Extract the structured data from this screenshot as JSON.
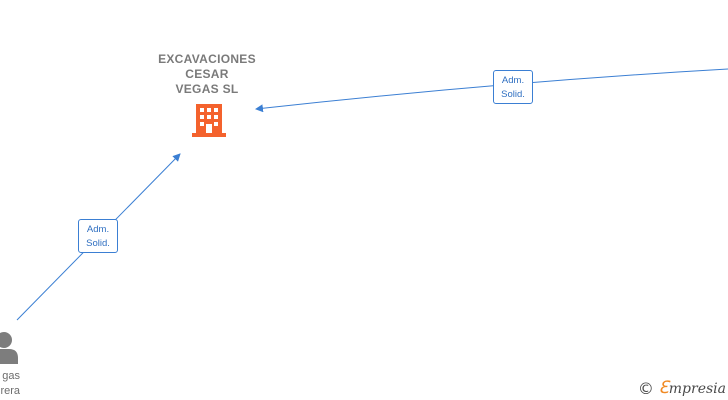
{
  "company": {
    "name_lines": [
      "EXCAVACIONES",
      "CESAR",
      "VEGAS  SL"
    ],
    "icon": "building-icon",
    "icon_color": "#f4622d"
  },
  "edges": [
    {
      "from": "external-top-right",
      "to": "company",
      "label_lines": [
        "Adm.",
        "Solid."
      ]
    },
    {
      "from": "person",
      "to": "company",
      "label_lines": [
        "Adm.",
        "Solid."
      ]
    }
  ],
  "person": {
    "name_lines": [
      "gas",
      "rera"
    ],
    "icon": "person-icon",
    "icon_color": "#7d7d7d"
  },
  "edge_color": "#3b7fd3",
  "brand": {
    "copyright_symbol": "©",
    "first_letter": "ℇ",
    "rest": "mpresia",
    "accent_color": "#f08a24"
  }
}
